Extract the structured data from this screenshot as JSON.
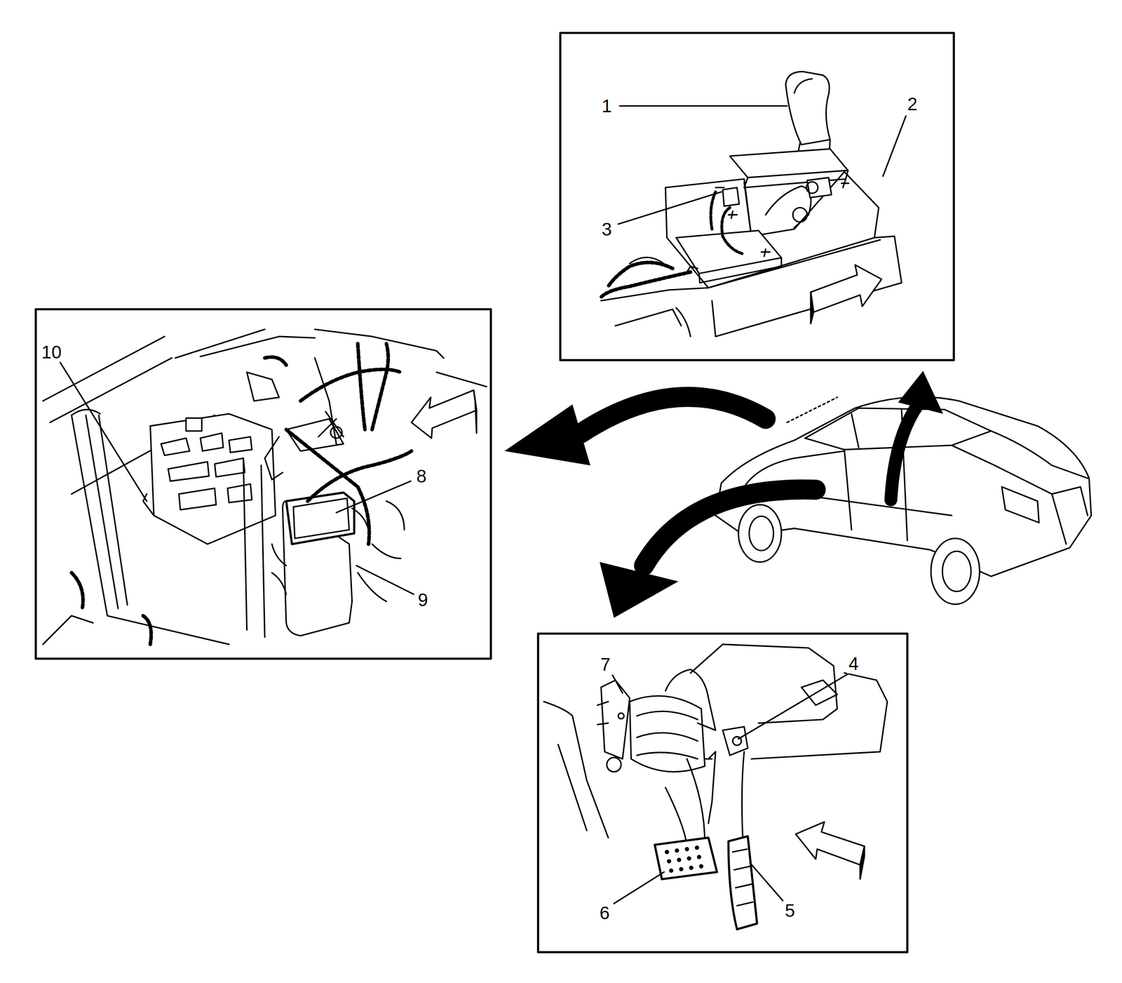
{
  "diagram": {
    "labels": [
      "1",
      "2",
      "3",
      "10",
      "8",
      "9",
      "7",
      "4",
      "6",
      "5"
    ]
  }
}
